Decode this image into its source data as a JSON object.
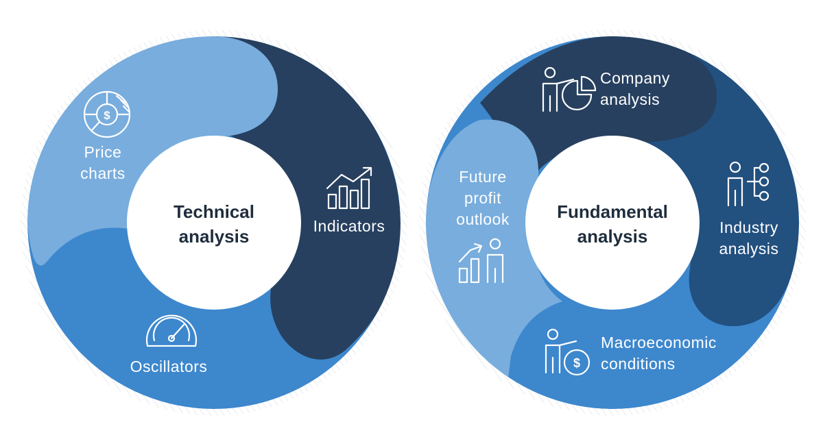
{
  "technical": {
    "center_line1": "Technical",
    "center_line2": "analysis",
    "segments": {
      "price_charts": {
        "line1": "Price",
        "line2": "charts",
        "icon": "price-chart-icon"
      },
      "indicators": {
        "line1": "Indicators",
        "icon": "rising-bar-chart-icon"
      },
      "oscillators": {
        "line1": "Oscillators",
        "icon": "gauge-icon"
      }
    }
  },
  "fundamental": {
    "center_line1": "Fundamental",
    "center_line2": "analysis",
    "segments": {
      "company": {
        "line1": "Company",
        "line2": "analysis",
        "icon": "presenter-pie-chart-icon"
      },
      "industry": {
        "line1": "Industry",
        "line2": "analysis",
        "icon": "person-network-icon"
      },
      "macro": {
        "line1": "Macroeconomic",
        "line2": "conditions",
        "icon": "presenter-dollar-icon"
      },
      "future": {
        "line1": "Future",
        "line2": "profit",
        "line3": "outlook",
        "icon": "growth-chart-person-icon"
      }
    }
  },
  "colors": {
    "light_blue": "#78ADDD",
    "mid_blue": "#3D87CD",
    "dark_navy": "#27405F",
    "deep_blue": "#22507F",
    "center_text": "#1F2D3D",
    "hatch": "#D0D5DC"
  }
}
